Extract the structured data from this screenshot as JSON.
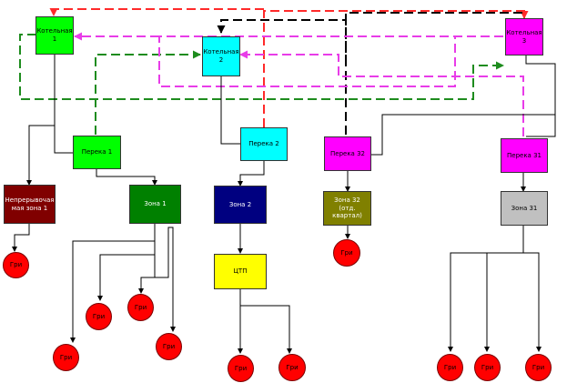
{
  "colors": {
    "red": "#ff2a2a",
    "green": "#1e8c1e",
    "black": "#000000",
    "magenta": "#e83ce8",
    "line": "#000000"
  },
  "boilers": {
    "k1": {
      "label": "Котельная\n1",
      "color": "#00ff00",
      "text_color": "#000000"
    },
    "k2": {
      "label": "Котельная\n2",
      "color": "#00ffff",
      "text_color": "#000000"
    },
    "k3": {
      "label": "Котельная\n3",
      "color": "#ff00ff",
      "text_color": "#000000"
    }
  },
  "transfers": {
    "p1": {
      "label": "Перека 1",
      "color": "#00ff00",
      "text_color": "#000000"
    },
    "p2": {
      "label": "Перека 2",
      "color": "#00ffff",
      "text_color": "#000000"
    },
    "p32": {
      "label": "Перека 32",
      "color": "#ff00ff",
      "text_color": "#000000"
    },
    "p31": {
      "label": "Перека 31",
      "color": "#ff00ff",
      "text_color": "#000000"
    }
  },
  "zones": {
    "nz1": {
      "label": "Непрерывочая\nмая зона 1",
      "color": "#800000",
      "text_color": "#ffffff"
    },
    "z1": {
      "label": "Зона 1",
      "color": "#008000",
      "text_color": "#ffffff"
    },
    "z2": {
      "label": "Зона 2",
      "color": "#000080",
      "text_color": "#ffffff"
    },
    "z32": {
      "label": "Зона 32\n(отд. квартал)",
      "color": "#808000",
      "text_color": "#ffffff"
    },
    "z31": {
      "label": "Зона 31",
      "color": "#c0c0c0",
      "text_color": "#000000"
    },
    "ctp": {
      "label": "ЦТП",
      "color": "#ffff00",
      "text_color": "#000000"
    }
  },
  "consumers": {
    "color": "#ff0000",
    "text_color": "#000000",
    "items": [
      {
        "id": "c1",
        "label": "Гри"
      },
      {
        "id": "c2",
        "label": "Гри"
      },
      {
        "id": "c3",
        "label": "Гри"
      },
      {
        "id": "c4",
        "label": "Гри"
      },
      {
        "id": "c5",
        "label": "Гри"
      },
      {
        "id": "c6",
        "label": "Гри"
      },
      {
        "id": "c7",
        "label": "Гри"
      },
      {
        "id": "c8",
        "label": "Гри"
      },
      {
        "id": "c9",
        "label": "Гри"
      },
      {
        "id": "c10",
        "label": "Гри"
      },
      {
        "id": "c11",
        "label": "Гри"
      },
      {
        "id": "c12",
        "label": "Гри"
      }
    ]
  }
}
